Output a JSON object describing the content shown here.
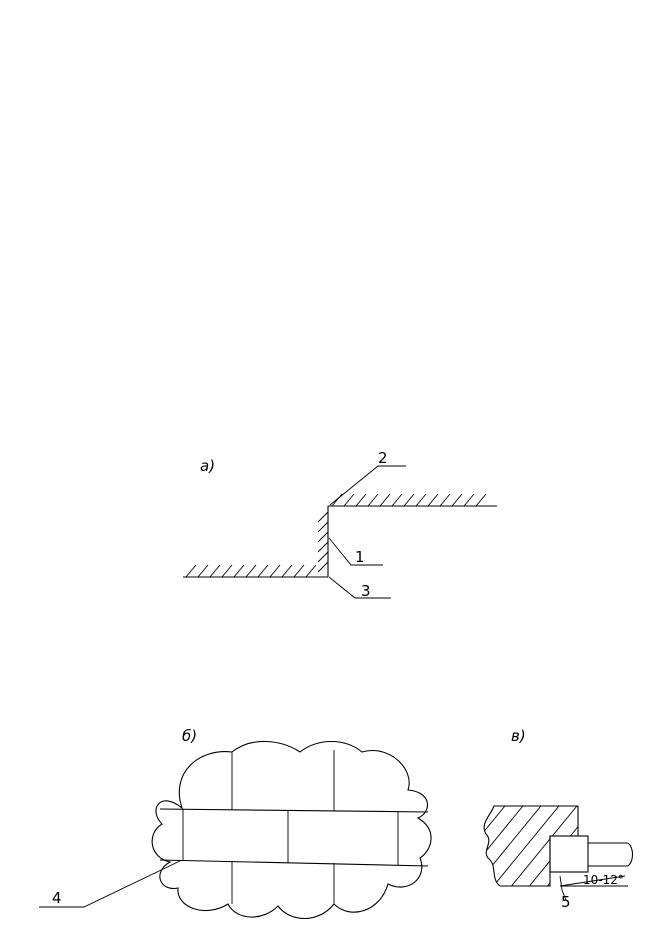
{
  "figure_a": {
    "caption": "а)",
    "labels": {
      "l1": "1",
      "l2": "2",
      "l3": "3"
    }
  },
  "figure_b": {
    "caption": "б)",
    "labels": {
      "l4": "4"
    }
  },
  "figure_c": {
    "caption": "в)",
    "labels": {
      "l5": "5"
    },
    "angle_label": "10-12°"
  }
}
